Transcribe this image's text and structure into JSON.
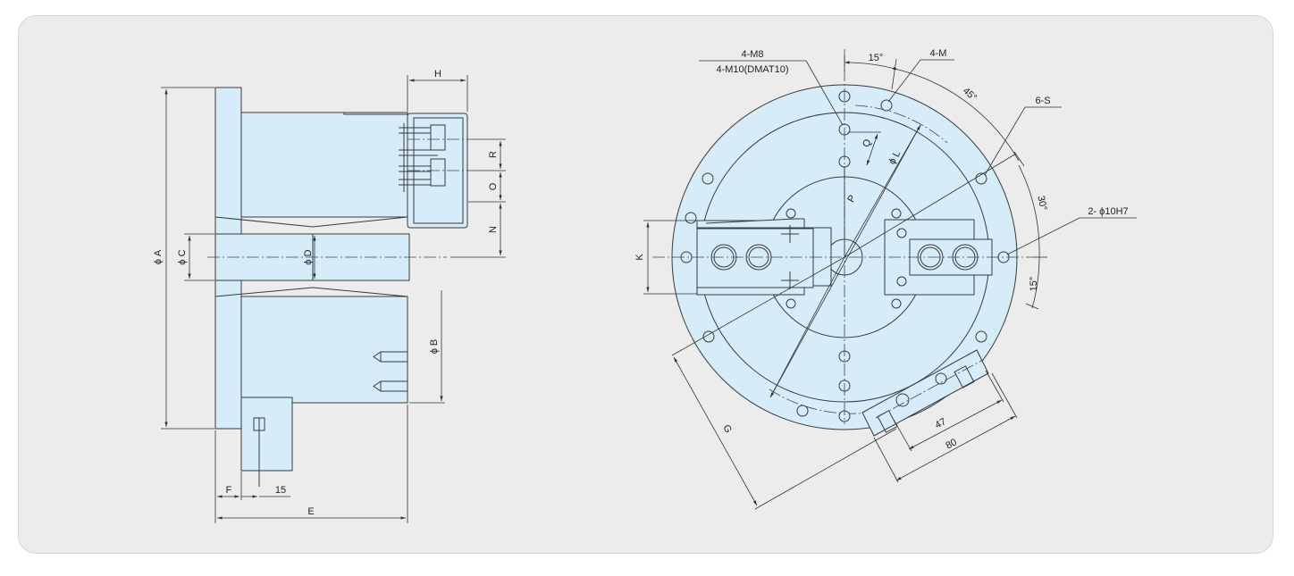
{
  "colors": {
    "background": "#ececec",
    "part_fill": "#d6ecf9",
    "line": "#3a3a3a"
  },
  "side_view": {
    "labels": {
      "A": "ϕ A",
      "B": "ϕ B",
      "C": "ϕ C",
      "D": "ϕ D",
      "E": "E",
      "F": "F",
      "H": "H",
      "N": "N",
      "O": "O",
      "R": "R",
      "d15": "15"
    }
  },
  "front_view": {
    "labels": {
      "M8": "4-M8",
      "M10": "4-M10(DMAT10)",
      "M": "4-M",
      "S": "6-S",
      "pin": "2- ϕ10H7",
      "a15_top": "15°",
      "a45": "45°",
      "a30": "30°",
      "a15_right": "15°",
      "Q": "Q",
      "L": "ϕ L",
      "P": "P",
      "K": "K",
      "G": "G",
      "d47": "47",
      "d80": "80"
    }
  }
}
